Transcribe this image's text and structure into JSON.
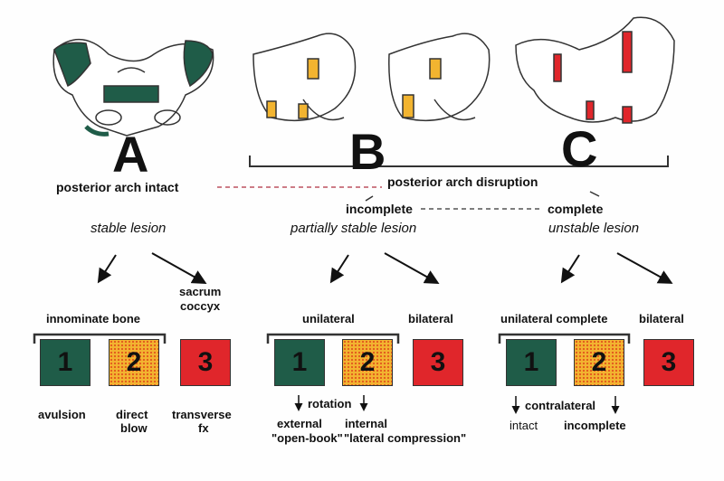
{
  "types": {
    "a": "A",
    "b": "B",
    "c": "C"
  },
  "labels": {
    "posterior_intact": "posterior arch intact",
    "posterior_disruption": "posterior arch disruption",
    "incomplete": "incomplete",
    "complete": "complete",
    "stable_lesion": "stable lesion",
    "partially_stable": "partially stable lesion",
    "unstable_lesion": "unstable lesion"
  },
  "groupA": {
    "innominate": "innominate bone",
    "sacrum": "sacrum",
    "coccyx": "coccyx",
    "boxes": [
      "1",
      "2",
      "3"
    ],
    "avulsion": "avulsion",
    "direct": "direct",
    "blow": "blow",
    "transverse": "transverse",
    "fx": "fx"
  },
  "groupB": {
    "unilateral": "unilateral",
    "bilateral": "bilateral",
    "boxes": [
      "1",
      "2",
      "3"
    ],
    "rotation": "rotation",
    "external": "external",
    "open_book": "\"open-book\"",
    "internal": "internal",
    "lateral_compression": "\"lateral compression\""
  },
  "groupC": {
    "unilateral_complete": "unilateral complete",
    "bilateral": "bilateral",
    "boxes": [
      "1",
      "2",
      "3"
    ],
    "contralateral": "contralateral",
    "intact": "intact",
    "incomplete": "incomplete"
  },
  "colors": {
    "green": "#1f5c48",
    "orange": "#f2b430",
    "red": "#e0262b",
    "line": "#333333"
  }
}
